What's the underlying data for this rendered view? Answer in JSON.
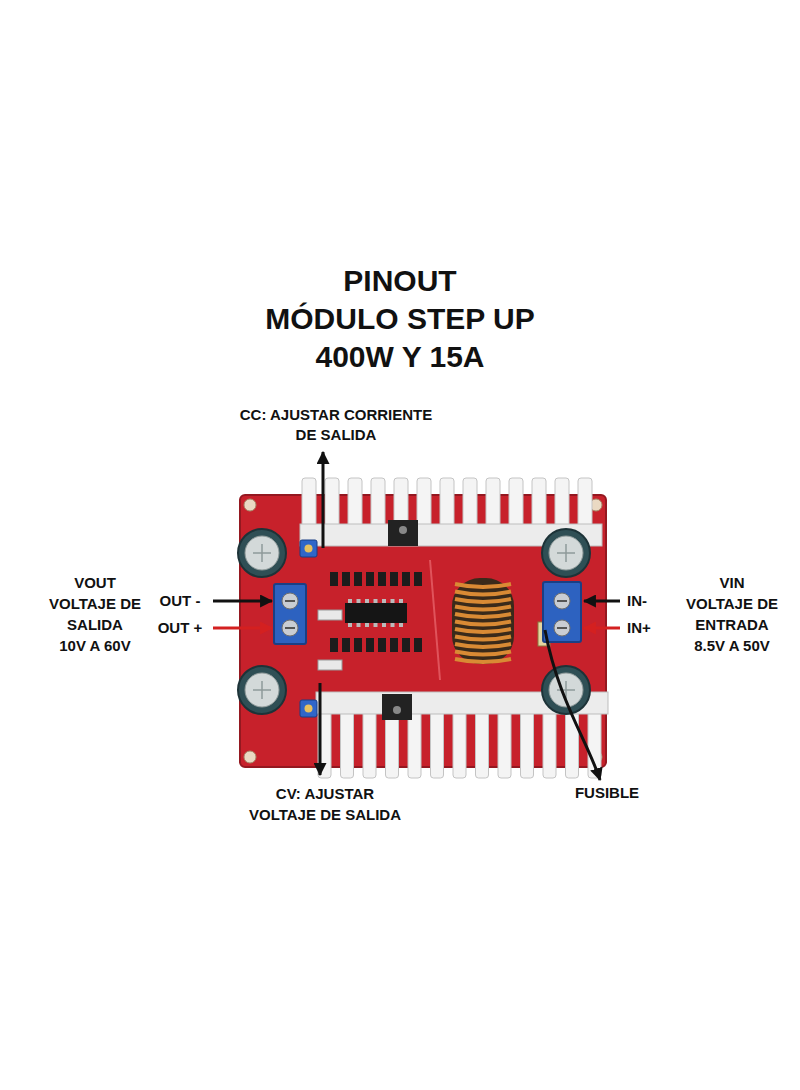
{
  "diagram": {
    "title": "PINOUT MÓDULO STEP UP 400W Y 15A",
    "labels": [
      "CC: AJUSTAR CORRIENTE DE SALIDA",
      "OUT -",
      "OUT +",
      "VOUT VOLTAJE DE SALIDA 10V A 60V",
      "IN-",
      "IN+",
      "VIN VOLTAJE DE ENTRADA 8.5V A 50V",
      "CV: AJUSTAR VOLTAJE DE SALIDA",
      "FUSIBLE"
    ]
  }
}
